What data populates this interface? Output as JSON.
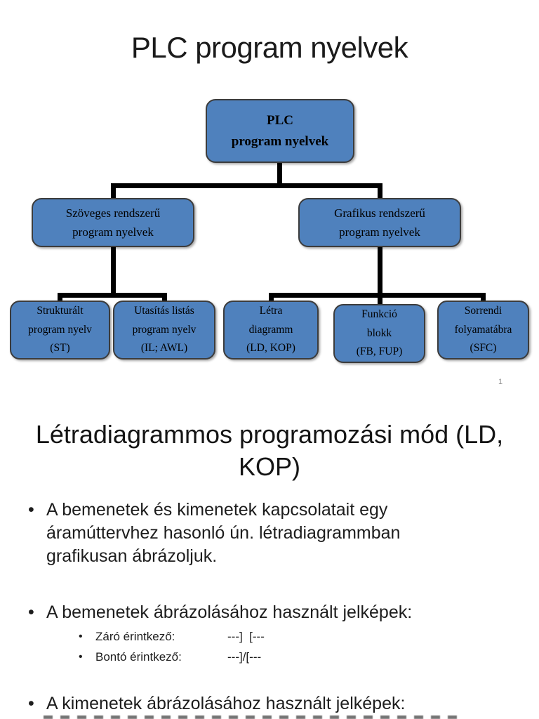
{
  "slide1": {
    "title": "PLC program nyelvek",
    "page_number": "1",
    "chart": {
      "type": "org-chart",
      "root": "PLC\nprogram nyelvek",
      "branches": [
        {
          "label": "Szöveges rendszerű\nprogram nyelvek",
          "children": [
            "Strukturált\nprogram nyelv\n(ST)",
            "Utasítás listás\nprogram nyelv\n(IL; AWL)"
          ]
        },
        {
          "label": "Grafikus rendszerű\nprogram nyelvek",
          "children": [
            "Létra\ndiagramm\n(LD, KOP)",
            "Funkció\nblokk\n(FB, FUP)",
            "Sorrendi\nfolyamatábra\n(SFC)"
          ]
        }
      ]
    }
  },
  "slide2": {
    "title_lines": [
      "Létradiagrammos programozási mód (LD,",
      "KOP)"
    ],
    "bullet_glyph": "•",
    "bullet1": "A bemenetek és kimenetek kapcsolatait egy\náramúttervhez hasonló ún. létradiagrammban\ngrafikusan ábrázoljuk.",
    "bullet2": "A bemenetek ábrázolásához használt jelképek:",
    "sub_bullets": [
      {
        "label": "Záró érintkező:",
        "symbol": "---]  [---"
      },
      {
        "label": "Bontó érintkező:",
        "symbol": "---]/[---"
      }
    ],
    "bullet3": "A kimenetek ábrázolásához használt jelképek:"
  },
  "colors": {
    "node_fill": "#4f81bd",
    "node_border": "#3c3c3c",
    "connector": "#000000",
    "page_number": "#919191"
  }
}
